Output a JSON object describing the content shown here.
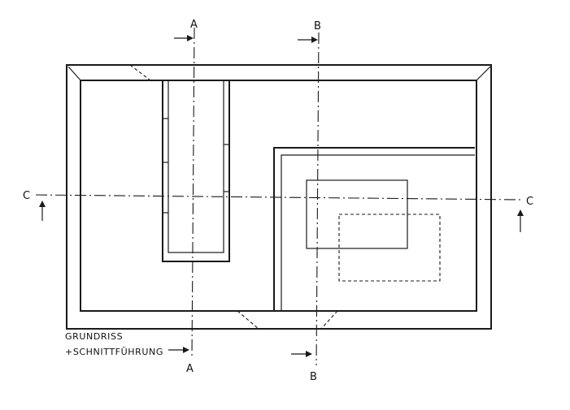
{
  "drawing": {
    "section_labels": {
      "a_top": "A",
      "a_bottom": "A",
      "b_top": "B",
      "b_bottom": "B",
      "c_left": "C",
      "c_right": "C"
    },
    "caption": {
      "line1": "GRUNDRISS",
      "line2": "+SCHNITTFÜHRUNG"
    }
  }
}
